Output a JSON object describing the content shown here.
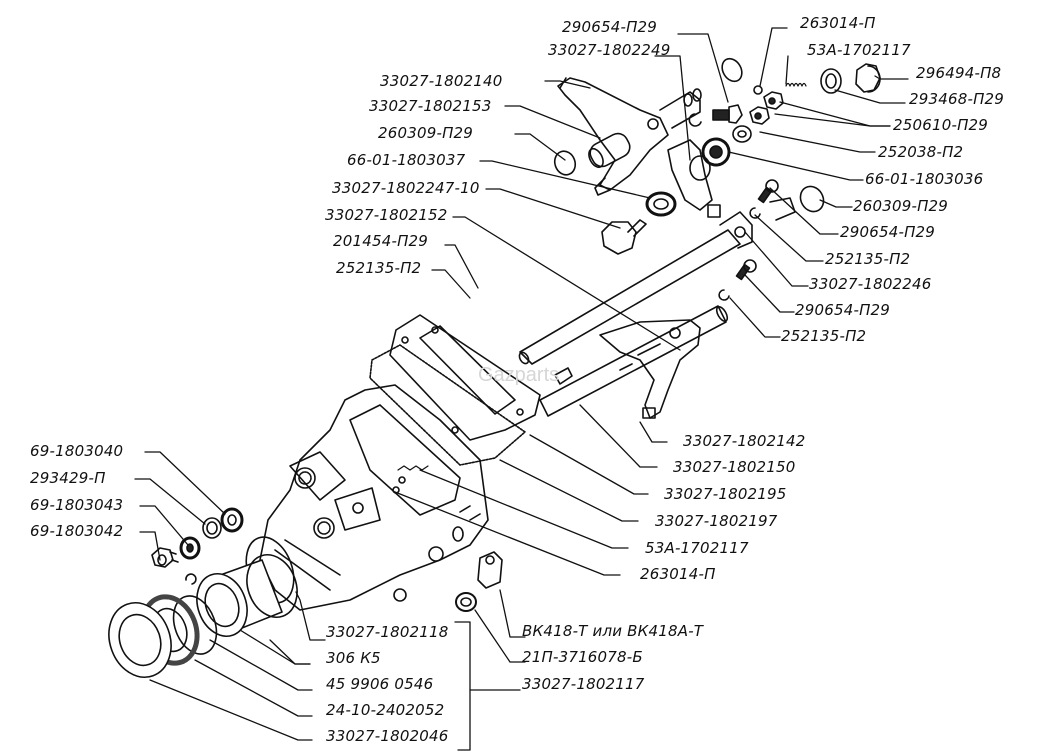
{
  "diagram": {
    "type": "exploded-parts-view",
    "subject": "gearbox gear-shift mechanism housing",
    "watermark": "Gazparts",
    "colors": {
      "line": "#111111",
      "background": "#ffffff",
      "watermark": "#d6d6d6"
    },
    "labels": {
      "top": [
        "290654-П29",
        "33027-1802249",
        "263014-П",
        "53А-1702117",
        "296494-П8",
        "293468-П29"
      ],
      "left_upper": [
        "33027-1802140",
        "33027-1802153",
        "260309-П29",
        "66-01-1803037",
        "33027-1802247-10",
        "33027-1802152",
        "201454-П29",
        "252135-П2"
      ],
      "right": [
        "250610-П29",
        "252038-П2",
        "66-01-1803036",
        "260309-П29",
        "290654-П29",
        "252135-П2",
        "33027-1802246",
        "290654-П29",
        "252135-П2"
      ],
      "right_lower": [
        "33027-1802142",
        "33027-1802150",
        "33027-1802195",
        "33027-1802197",
        "53А-1702117",
        "263014-П"
      ],
      "left_lower": [
        "69-1803040",
        "293429-П",
        "69-1803043",
        "69-1803042"
      ],
      "bottom": [
        "33027-1802118",
        "306 К5",
        "45 9906 0546",
        "24-10-2402052",
        "33027-1802046",
        "ВК418-Т или ВК418А-Т",
        "21П-3716078-Б",
        "33027-1802117"
      ]
    }
  }
}
